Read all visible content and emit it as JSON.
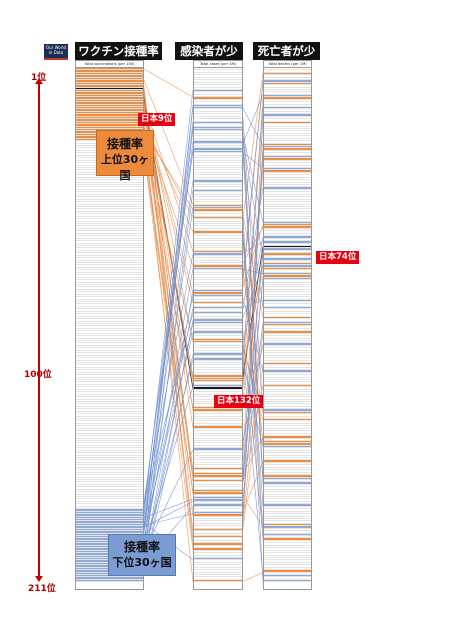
{
  "logo": {
    "line1": "Our World",
    "line2": "in Data"
  },
  "headers": {
    "vaccination": "ワクチン接種率",
    "cases": "感染者が少ない",
    "deaths": "死亡者が少ない"
  },
  "columns": {
    "vaccination_title": "Total vaccinations (per 100)",
    "cases_title": "Total cases (per 1M)",
    "deaths_title": "Total deaths (per 1M)"
  },
  "ranks": {
    "top": "1位",
    "middle": "100位",
    "bottom": "211位"
  },
  "labels": {
    "japan_vaccination": "日本9位",
    "japan_cases": "日本132位",
    "japan_deaths": "日本74位",
    "top30_line1": "接種率",
    "top30_line2": "上位30ヶ国",
    "bottom30_line1": "接種率",
    "bottom30_line2": "下位30ヶ国"
  },
  "colors": {
    "top_group": "#ee8e43",
    "bottom_group": "#8faad8",
    "japan": "#e60012",
    "rank_axis": "#c00000"
  },
  "ranking": {
    "total_countries": 211,
    "group_size": 30,
    "japan_rank_vaccination": 9,
    "japan_rank_cases": 132,
    "japan_rank_deaths": 74
  }
}
